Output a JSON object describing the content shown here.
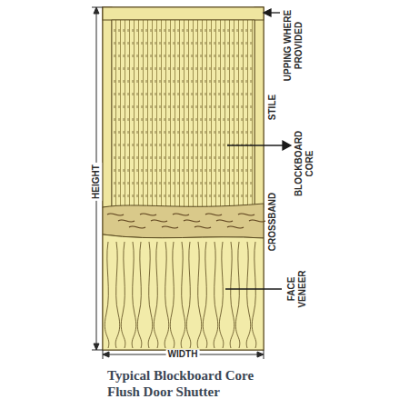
{
  "diagram": {
    "caption": "Typical Blockboard Core Flush Door Shutter",
    "labels": [
      "UPPING WHERE PROVIDED",
      "STILE",
      "BLOCKBOARD CORE",
      "CROSSBAND",
      "FACE VENEER",
      "HEIGHT",
      "WIDTH"
    ]
  }
}
